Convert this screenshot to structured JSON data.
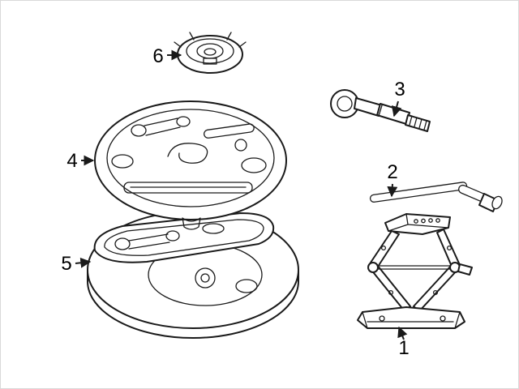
{
  "diagram_type": "exploded-parts-diagram",
  "colors": {
    "background": "#ffffff",
    "line": "#1a1a1a",
    "text": "#000000"
  },
  "callouts": [
    {
      "label": "1",
      "target": "scissor-jack"
    },
    {
      "label": "2",
      "target": "lug-wrench"
    },
    {
      "label": "3",
      "target": "tow-hook-eye-bolt"
    },
    {
      "label": "4",
      "target": "foam-tool-tray"
    },
    {
      "label": "5",
      "target": "spare-wheel-with-tray"
    },
    {
      "label": "6",
      "target": "wheel-retainer-cap"
    }
  ]
}
